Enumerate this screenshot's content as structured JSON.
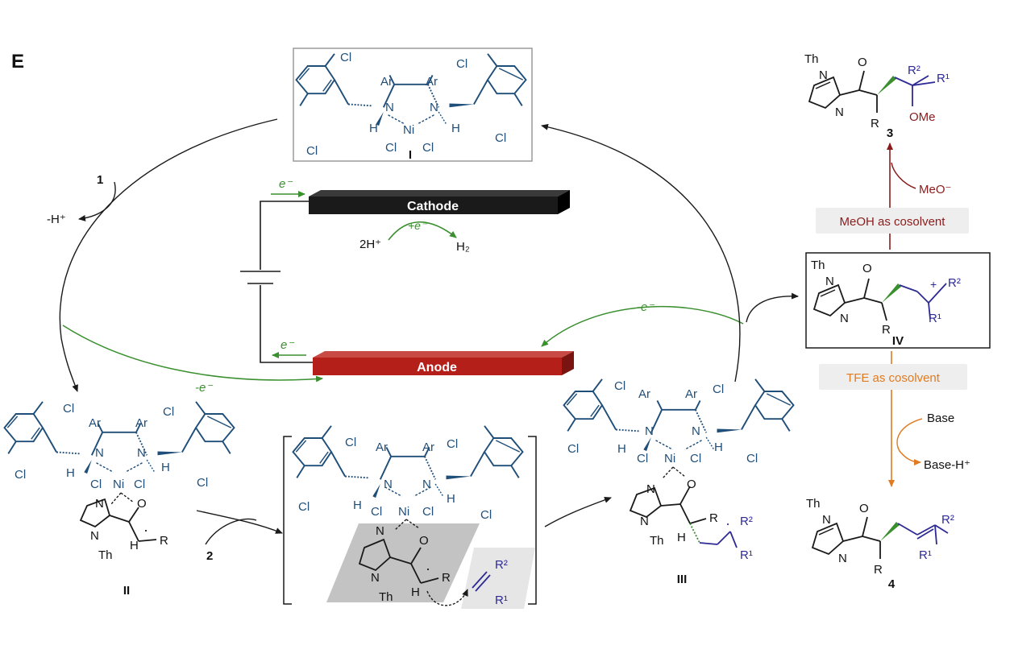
{
  "panel_label": "E",
  "electrode": {
    "cathode_label": "Cathode",
    "anode_label": "Anode",
    "e_minus": "e⁻",
    "cathode_reaction_e": "+e⁻",
    "cathode_reactant": "2H⁺",
    "cathode_product": "H₂"
  },
  "cycle": {
    "step_1": "1",
    "minus_h": "-H⁺",
    "step_2": "2",
    "oxidation_left": "-e⁻",
    "oxidation_right": "-e⁻"
  },
  "complex_labels": {
    "I": "I",
    "II": "II",
    "III": "III",
    "IV": "IV",
    "3": "3",
    "4": "4"
  },
  "atoms": {
    "Cl": "Cl",
    "Ar": "Ar",
    "N": "N",
    "H": "H",
    "Ni": "Ni",
    "O": "O",
    "Th": "Th",
    "R": "R",
    "R1": "R¹",
    "R2": "R²",
    "OMe": "OMe",
    "plus": "+",
    "dot": "·"
  },
  "pathways": {
    "methanol_label": "MeOH as cosolvent",
    "methoxide": "MeO⁻",
    "tfe_label": "TFE as cosolvent",
    "base": "Base",
    "base_h": "Base-H⁺"
  },
  "colors": {
    "navy": "#1f4e79",
    "purple": "#2e2a94",
    "green": "#3a8f2f",
    "darkred": "#8a1c1c",
    "orange": "#e07b22",
    "cathode": "#1a1a1a",
    "anode": "#b51f1a"
  }
}
